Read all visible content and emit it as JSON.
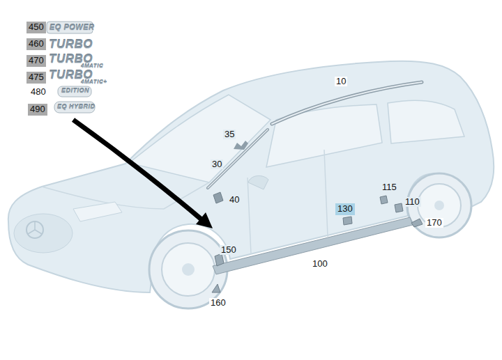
{
  "diagram": {
    "nodes": [
      {
        "text": [
          "450"
        ]
      },
      {
        "text": [
          "460"
        ]
      },
      {
        "text": [
          "470"
        ]
      },
      {
        "text": [
          "475"
        ]
      },
      {
        "text": [
          "490"
        ]
      },
      {
        "text": [
          "130"
        ]
      }
    ],
    "labels": [
      "EQ POWER",
      "TURBO",
      "TURBO",
      "4MATIC",
      "TURBO",
      "4MATIC+",
      "480",
      "EDITION",
      "EQ HYBRID",
      "10",
      "35",
      "30",
      "40",
      "115",
      "110",
      "170",
      "150",
      "100",
      "160"
    ]
  }
}
